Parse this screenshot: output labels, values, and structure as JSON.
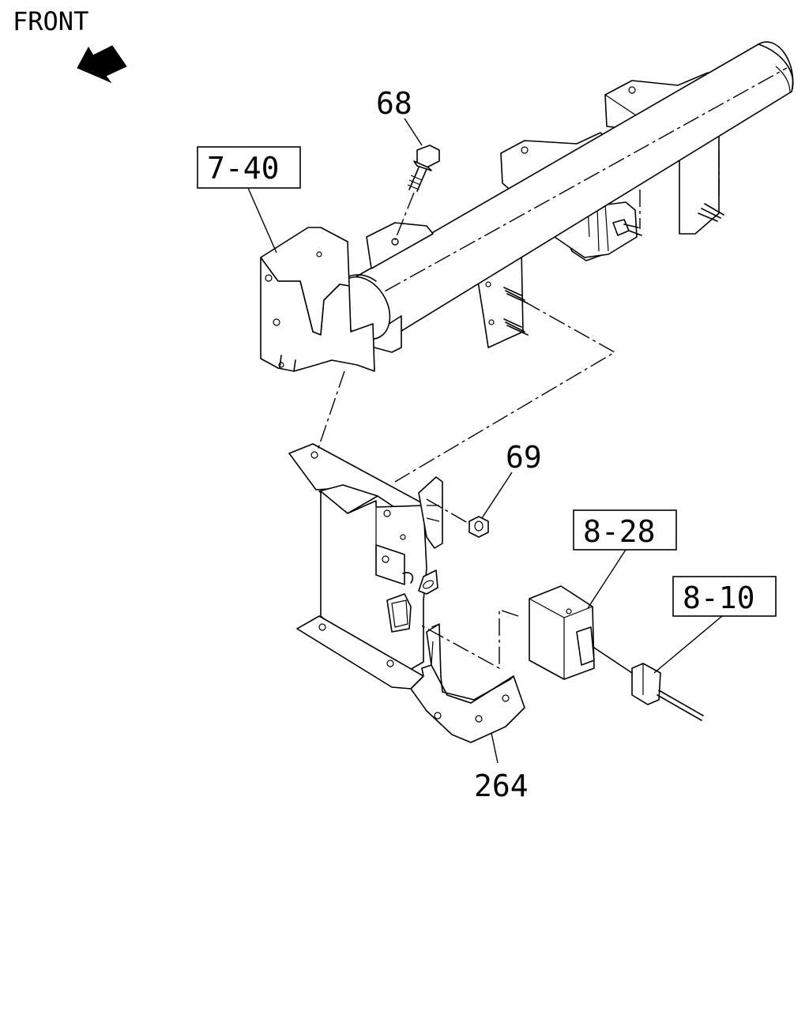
{
  "orientation": {
    "label": "FRONT",
    "arrow_icon": "arrow-up-left-icon"
  },
  "callouts": {
    "bolt": "68",
    "nut": "69",
    "bracket": "264"
  },
  "references": {
    "crossmember_ref": "7-40",
    "control_unit_ref": "8-28",
    "harness_ref": "8-10"
  },
  "colors": {
    "ink": "#000000",
    "paper": "#ffffff"
  }
}
